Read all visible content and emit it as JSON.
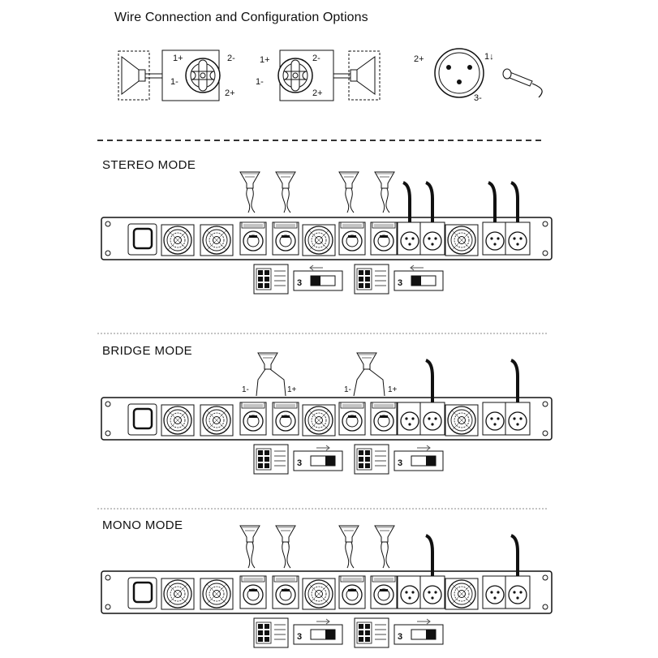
{
  "page": {
    "title": "Wire Connection and Configuration Options"
  },
  "wiring": {
    "left_connector_pins": [
      "1+",
      "2-",
      "1-",
      "2+"
    ],
    "right_connector_pins": [
      "1+",
      "2-",
      "1-",
      "2+"
    ],
    "xlr_pins": [
      "2+",
      "1↓",
      "3-"
    ]
  },
  "sections": [
    {
      "id": "stereo",
      "title": "STEREO MODE",
      "switch_label": "3"
    },
    {
      "id": "bridge",
      "title": "BRIDGE MODE",
      "switch_label": "3",
      "bridge_labels": [
        "1-",
        "1+",
        "1-",
        "1+"
      ]
    },
    {
      "id": "mono",
      "title": "MONO MODE",
      "switch_label": "3"
    }
  ],
  "colors": {
    "line": "#111111",
    "divider": "#555555",
    "panel_fill": "#ffffff",
    "shade": "#d8d8d8"
  }
}
